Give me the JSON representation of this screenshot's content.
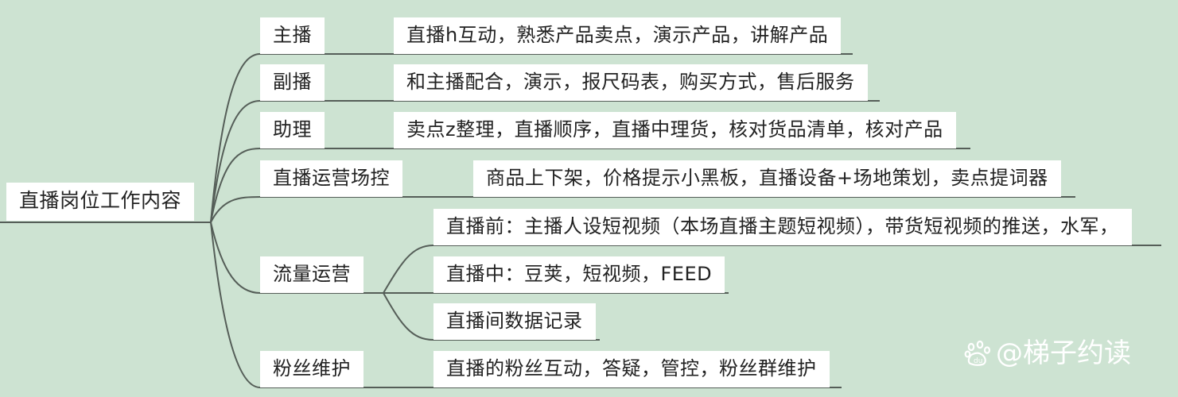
{
  "mindmap": {
    "root": "直播岗位工作内容",
    "branches": [
      {
        "label": "主播",
        "details": [
          "直播h互动，熟悉产品卖点，演示产品，讲解产品"
        ]
      },
      {
        "label": "副播",
        "details": [
          "和主播配合，演示，报尺码表，购买方式，售后服务"
        ]
      },
      {
        "label": "助理",
        "details": [
          "卖点z整理，直播顺序，直播中理货，核对货品清单，核对产品"
        ]
      },
      {
        "label": "直播运营场控",
        "details": [
          "商品上下架，价格提示小黑板，直播设备+场地策划，卖点提词器"
        ]
      },
      {
        "label": "流量运营",
        "details": [
          "直播前：主播人设短视频（本场直播主题短视频），带货短视频的推送，水军，",
          "直播中：豆荚，短视频，FEED",
          "直播间数据记录"
        ]
      },
      {
        "label": "粉丝维护",
        "details": [
          "直播的粉丝互动，答疑，管控，粉丝群维护"
        ]
      }
    ]
  },
  "watermark": {
    "text": "@梯子约读",
    "icon": "baidu-paw-icon"
  },
  "colors": {
    "background": "#cde3d2",
    "box": "#ffffff",
    "line": "#555e58",
    "watermark": "#ffffff"
  }
}
